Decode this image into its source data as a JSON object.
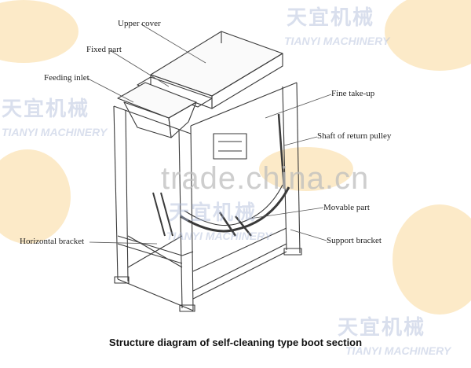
{
  "labels": {
    "upper_cover": "Upper cover",
    "fixed_part": "Fixed part",
    "feeding_inlet": "Feeding inlet",
    "fine_take_up": "Fine take-up",
    "shaft_return_pulley": "Shaft of return pulley",
    "movable_part": "Movable part",
    "horizontal_bracket": "Horizontal bracket",
    "support_bracket": "Support bracket"
  },
  "caption": "Structure diagram of self-cleaning type boot section",
  "watermarks": {
    "brand_cn": "天宜机械",
    "brand_en": "TIANYI MACHINERY",
    "trade": "trade.china.cn"
  },
  "colors": {
    "line": "#3a3a3a",
    "leader": "#555555",
    "watermark_orange": "#f6c77a",
    "watermark_blue": "#aab9d7"
  }
}
